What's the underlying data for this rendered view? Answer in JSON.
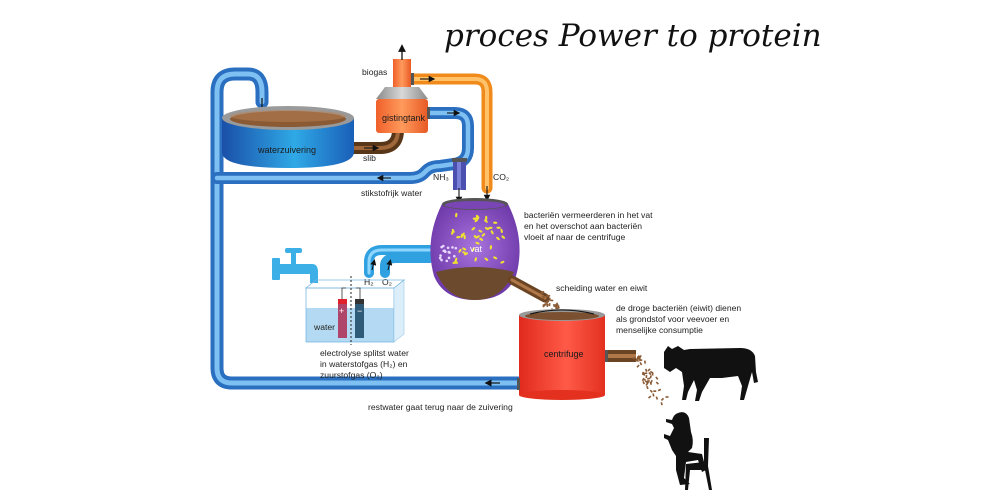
{
  "title": "proces Power to protein",
  "labels": {
    "biogas": "biogas",
    "gistingtank": "gistingtank",
    "waterzuivering": "waterzuivering",
    "slib": "slib",
    "stikstofrijk_water": "stikstofrijk water",
    "nh3": "NH₃",
    "co2": "CO₂",
    "vat": "vat",
    "bacteria_note": [
      "bacteriën vermeerderen in het vat",
      "en het overschot aan bacteriën",
      "vloeit af naar de centrifuge"
    ],
    "h2": "H₂",
    "o2": "O₂",
    "plus": "+",
    "minus": "−",
    "water": "water",
    "electrolysis_note": [
      "electrolyse splitst water",
      "in waterstofgas (H₂) en",
      "zuurstofgas (O₂)"
    ],
    "scheiding": "scheiding water en eiwit",
    "protein_note": [
      "de droge bacteriën (eiwit) dienen",
      "als grondstof voor veevoer en",
      "menselijke consumptie"
    ],
    "centrifuge": "centrifuge",
    "restwater": "restwater gaat terug naar de zuivering"
  },
  "icons": [
    "water-tap-icon",
    "cow-icon",
    "person-eating-icon",
    "flow-arrow-icon",
    "battery-plus-icon",
    "battery-minus-icon"
  ],
  "colors": {
    "water_pipe": "#3a8fd8",
    "gas_pipe": "#f5a23a",
    "sludge_pipe": "#6b4423",
    "tank_blue": "#1c6fc4",
    "gistingtank": "#f26b2c",
    "vat": "#8a4fc0",
    "centrifuge": "#ee3326",
    "nh3_pipe": "#4b4fb0",
    "tap": "#3cb0e6"
  }
}
